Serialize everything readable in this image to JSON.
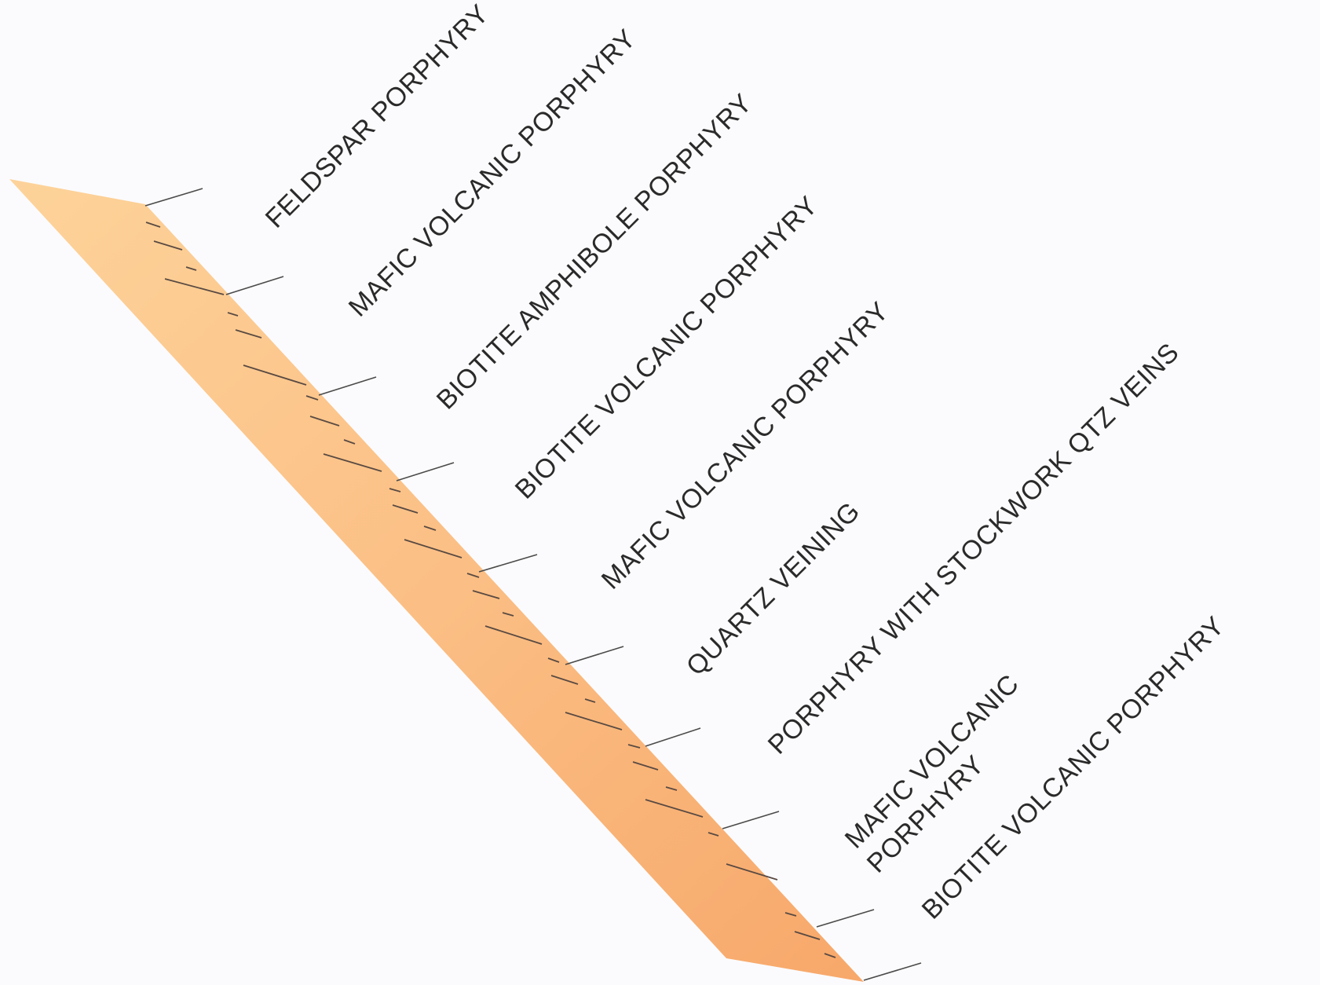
{
  "diagram": {
    "colors": {
      "core_light": "#fdd39a",
      "core_dark": "#f7a86a",
      "line": "#4a4a4a",
      "text": "#2a2a2a",
      "background": "#fbfbfd"
    },
    "units": [
      {
        "label": "FELDSPAR PORPHYRY"
      },
      {
        "label": "MAFIC VOLCANIC PORPHYRY"
      },
      {
        "label": "BIOTITE AMPHIBOLE PORPHYRY"
      },
      {
        "label": "BIOTITE VOLCANIC PORPHYRY"
      },
      {
        "label": "MAFIC VOLCANIC PORPHYRY"
      },
      {
        "label": "QUARTZ VEINING"
      },
      {
        "label": "PORPHYRY WITH STOCKWORK QTZ VEINS"
      },
      {
        "label_line1": "MAFIC VOLCANIC",
        "label_line2": "PORPHYRY"
      },
      {
        "label": "BIOTITE VOLCANIC PORPHYRY"
      }
    ]
  }
}
